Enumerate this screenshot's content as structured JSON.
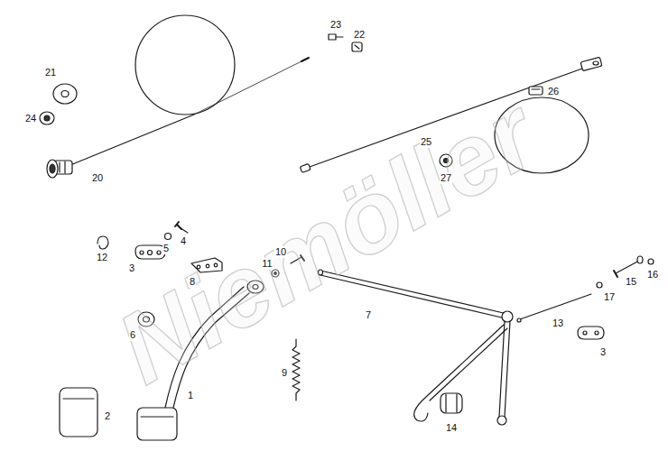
{
  "diagram": {
    "labels": [
      "Niemöller",
      "21",
      "24",
      "20",
      "23",
      "22",
      "26",
      "25",
      "27",
      "12",
      "3",
      "5",
      "4",
      "8",
      "10",
      "11",
      "6",
      "7",
      "9",
      "1",
      "2",
      "13",
      "3",
      "14",
      "15",
      "16",
      "17"
    ]
  }
}
